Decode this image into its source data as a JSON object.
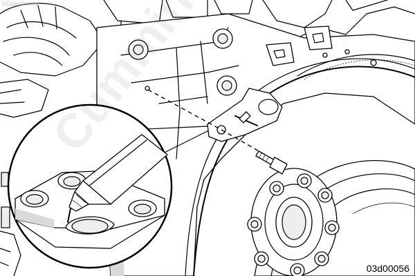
{
  "figure": {
    "copyright": "©Cummins Inc.",
    "watermark": "Cummins",
    "code": "03d00056"
  },
  "components": {
    "tool": "alignment-dowel-tool",
    "bolt": "capscrew",
    "wheel": "flywheel",
    "ring": "ring-gear",
    "hub": "crankshaft-hub",
    "housing": "flywheel-housing"
  }
}
